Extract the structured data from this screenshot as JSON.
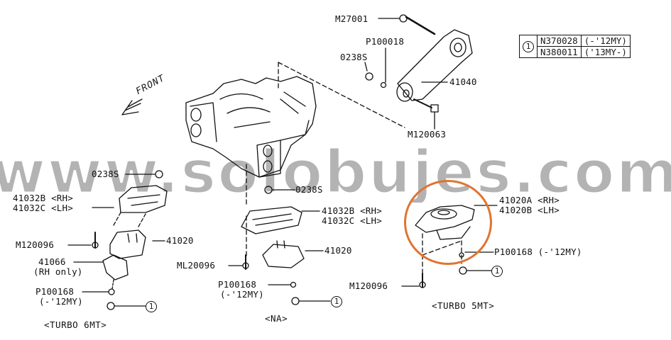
{
  "diagram": {
    "title": "Engine mount exploded parts diagram",
    "watermark": "www.solobujes.com",
    "direction_indicator": "FRONT",
    "reference_table": {
      "callout": "1",
      "rows": [
        {
          "part": "N370028",
          "range": "(-'12MY)"
        },
        {
          "part": "N380011",
          "range": "('13MY-)"
        }
      ]
    },
    "upper_assembly": {
      "labels": {
        "bolt_top": "M27001",
        "washer": "P100018",
        "nut": "0238S",
        "pitch_stopper": "41040",
        "bolt_bottom": "M120063"
      }
    },
    "groups": [
      {
        "caption": "<TURBO 6MT>",
        "labels": {
          "nut_top": "0238S",
          "bracket_rh": "41032B <RH>",
          "bracket_lh": "41032C <LH>",
          "bolt": "M120096",
          "mount": "41020",
          "plate": "41066",
          "plate_note": "(RH only)",
          "washer": "P100168",
          "washer_note": "(-'12MY)",
          "callout": "1"
        }
      },
      {
        "caption": "<NA>",
        "labels": {
          "nut_top": "0238S",
          "bracket_rh": "41032B <RH>",
          "bracket_lh": "41032C <LH>",
          "bolt": "ML20096",
          "mount": "41020",
          "washer": "P100168",
          "washer_note": "(-'12MY)",
          "callout": "1"
        }
      },
      {
        "caption": "<TURBO 5MT>",
        "highlighted": true,
        "labels": {
          "mount_rh": "41020A <RH>",
          "mount_lh": "41020B <LH>",
          "washer": "P100168 (-'12MY)",
          "bolt": "M120096",
          "callout": "1"
        }
      }
    ],
    "colors": {
      "line_art": "#111111",
      "highlight_circle": "#e07431",
      "watermark_fill": "#b3b3b3",
      "background": "#ffffff"
    }
  }
}
